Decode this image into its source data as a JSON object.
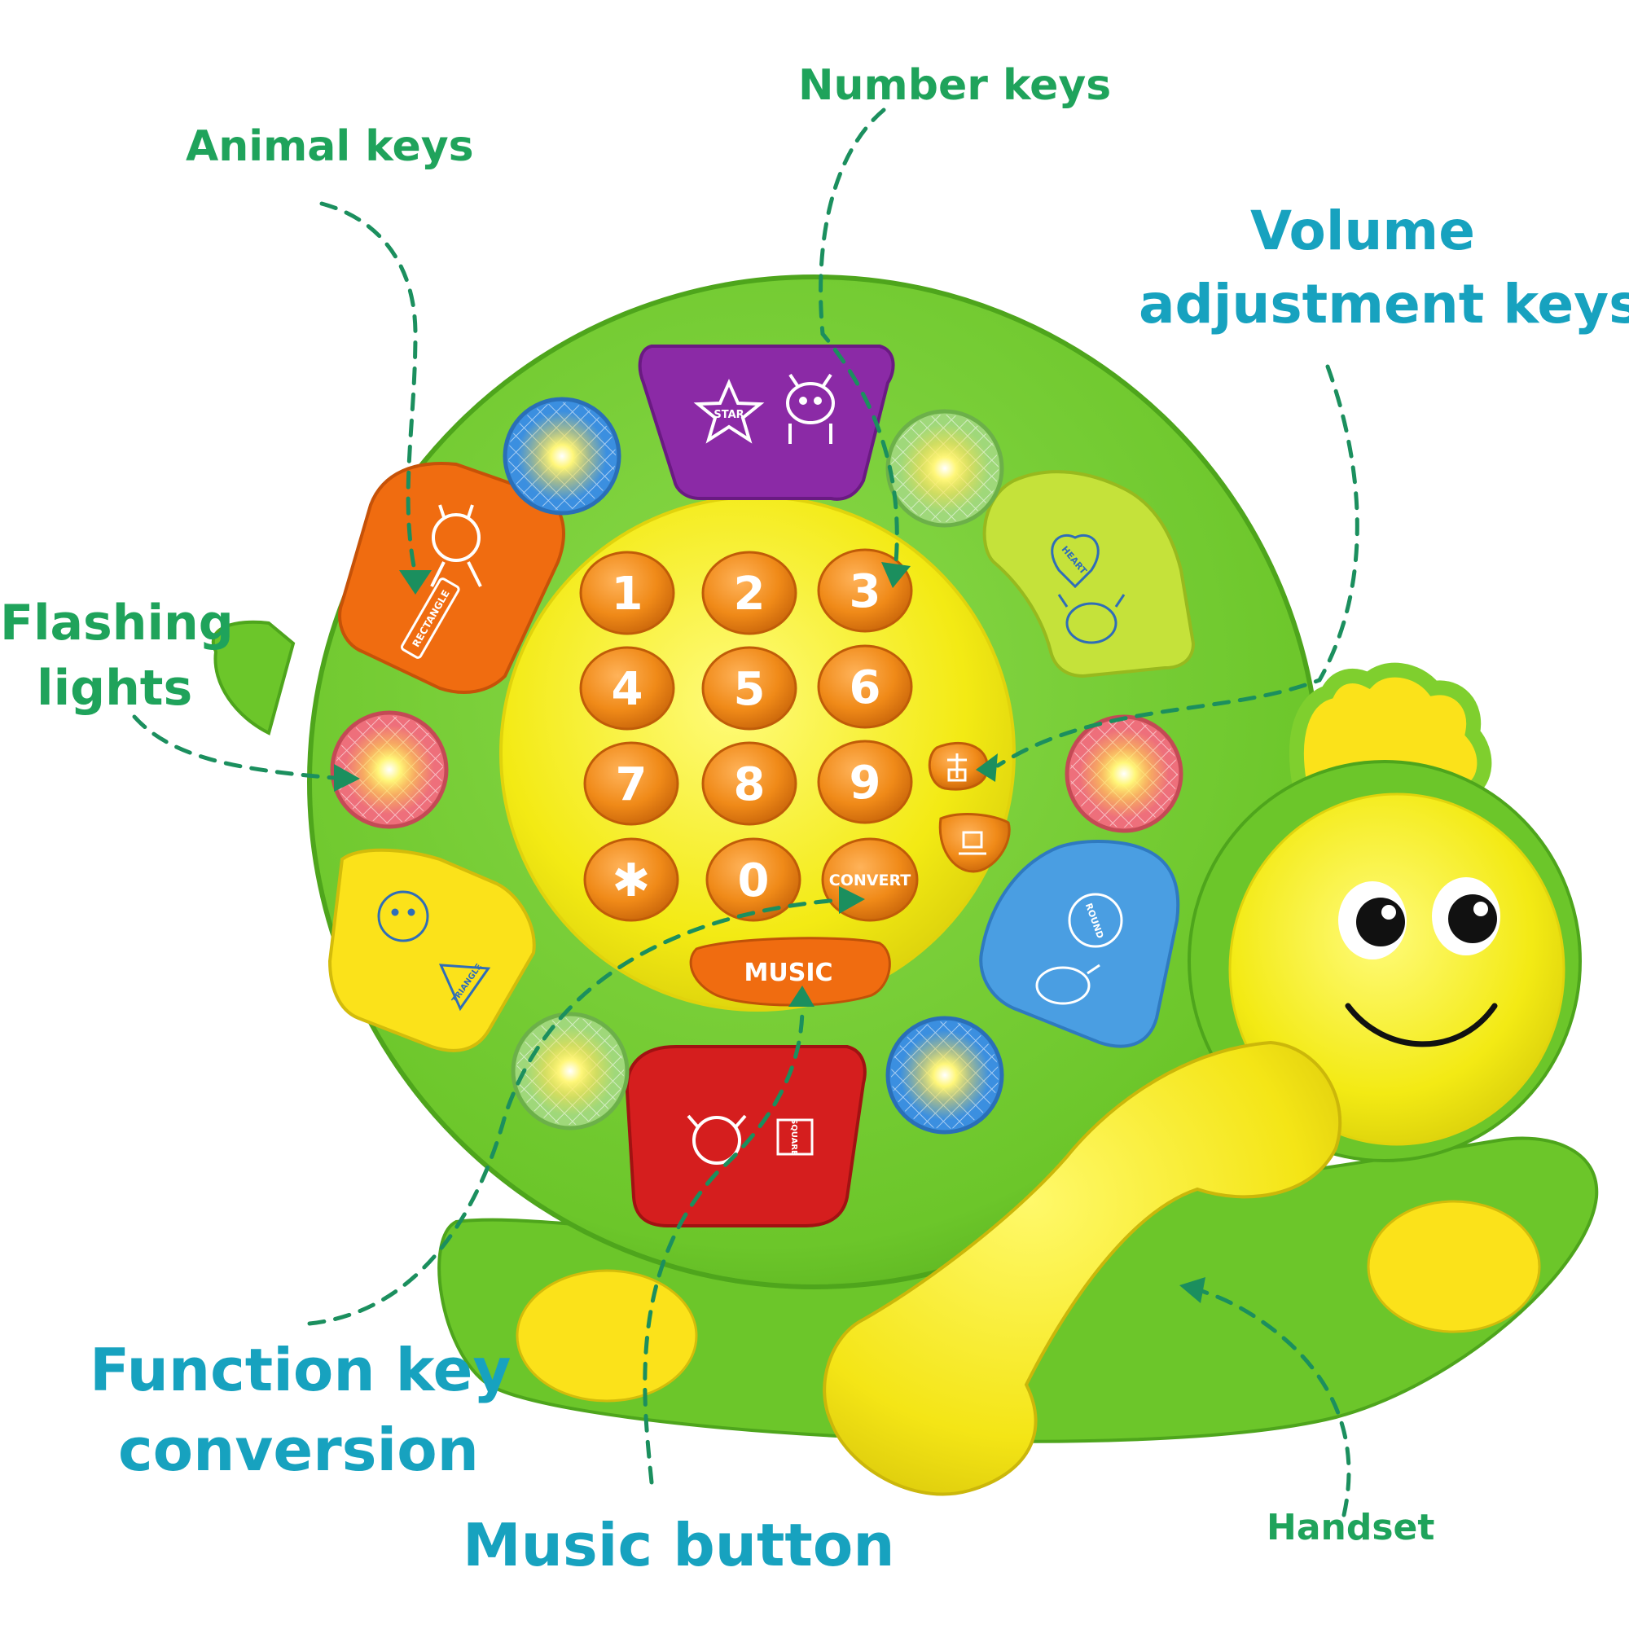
{
  "colors": {
    "background": "#ffffff",
    "callout_green": "#1fa35b",
    "callout_teal": "#17a2bf",
    "leader_line": "#1b8f5e",
    "body_green": "#6cc62a",
    "body_green_dark": "#4ea51c",
    "dial_yellow": "#f3ea14",
    "key_orange": "#f08a18",
    "key_purple": "#8b2aa6",
    "key_orange_red": "#f06c10",
    "key_lime": "#c5e23a",
    "key_blue": "#4a9ee2",
    "key_red": "#d51e1e",
    "key_yellow": "#fbe21a"
  },
  "callouts": {
    "animal_keys": "Animal keys",
    "number_keys": "Number keys",
    "volume_line1": "Volume",
    "volume_line2": "adjustment keys",
    "flashing_line1": "Flashing",
    "flashing_line2": "lights",
    "function_line1": "Function key",
    "function_line2": "conversion",
    "music_button": "Music button",
    "handset": "Handset"
  },
  "toy": {
    "number_keys": [
      "1",
      "2",
      "3",
      "4",
      "5",
      "6",
      "7",
      "8",
      "9",
      "✱",
      "0"
    ],
    "convert_label": "CONVERT",
    "music_label": "MUSIC",
    "volume_up_icon": "volume-up-icon",
    "volume_down_icon": "volume-down-icon",
    "shape_labels": {
      "star": "STAR",
      "heart": "HEART",
      "rectangle": "RECTANGLE",
      "triangle": "TRIANGLE",
      "round": "ROUND",
      "square": "SQUARE"
    },
    "animal_icons": [
      "cow-icon",
      "tiger-icon",
      "goat-icon",
      "sheep-icon",
      "hen-icon",
      "dog-icon"
    ],
    "light_colors": [
      "blue",
      "green",
      "red",
      "red",
      "green",
      "blue"
    ]
  }
}
